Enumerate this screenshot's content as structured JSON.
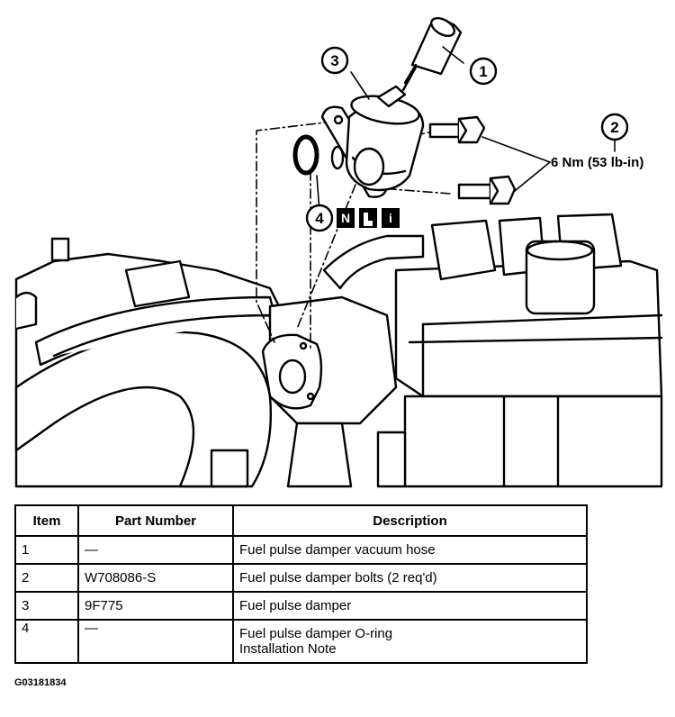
{
  "callouts": {
    "c1": "1",
    "c2": "2",
    "c3": "3",
    "c4": "4"
  },
  "torque_spec": "6 Nm (53 lb-in)",
  "install_icons": {
    "new_part": "N",
    "note": "i"
  },
  "table": {
    "headers": [
      "Item",
      "Part Number",
      "Description"
    ],
    "rows": [
      {
        "item": "1",
        "part_number": "—",
        "description": "Fuel pulse damper vacuum hose"
      },
      {
        "item": "2",
        "part_number": "W708086-S",
        "description": "Fuel pulse damper bolts (2 req'd)"
      },
      {
        "item": "3",
        "part_number": "9F775",
        "description": "Fuel pulse damper"
      },
      {
        "item": "4",
        "part_number": "—",
        "description": "Fuel pulse damper O-ring\nInstallation Note"
      }
    ]
  },
  "figure_code": "G03181834"
}
